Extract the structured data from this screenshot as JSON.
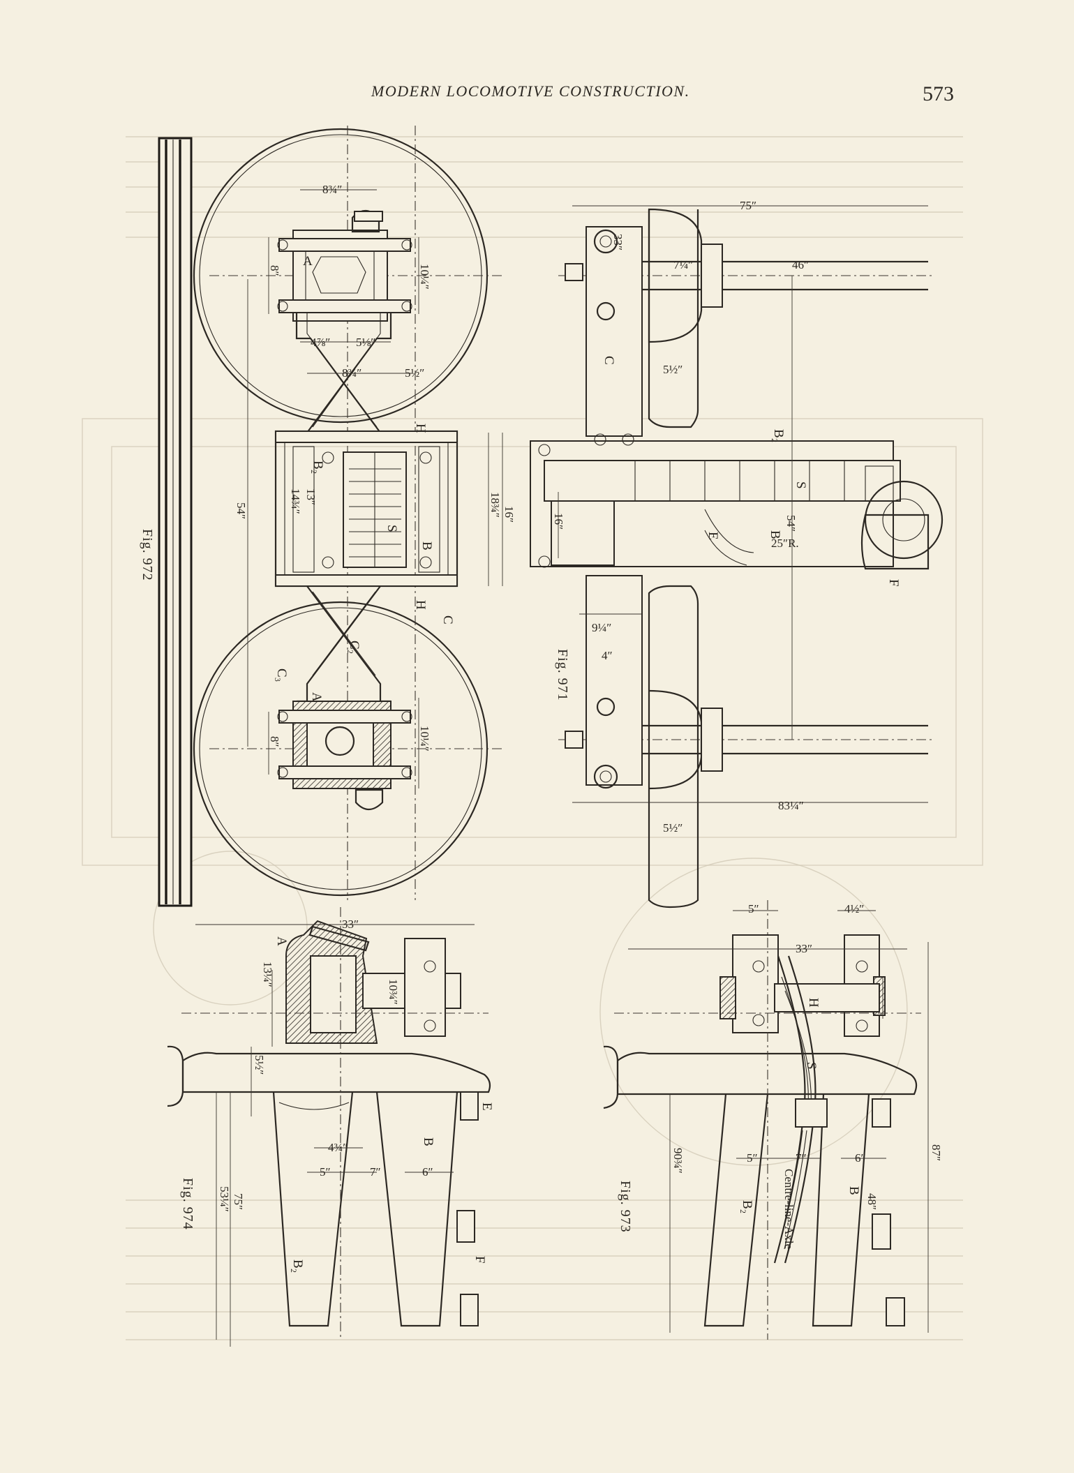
{
  "header": {
    "running_head": "MODERN LOCOMOTIVE CONSTRUCTION.",
    "page_number": "573"
  },
  "figures": {
    "fig971": {
      "caption": "Fig. 971"
    },
    "fig972": {
      "caption": "Fig. 972"
    },
    "fig973": {
      "caption": "Fig. 973"
    },
    "fig974": {
      "caption": "Fig. 974"
    }
  },
  "labels": {
    "A": "A",
    "B": "B",
    "C": "C",
    "E": "E",
    "F": "F",
    "H": "H",
    "S": "S",
    "B2": "B₂",
    "C2": "C₂",
    "C3": "C₃",
    "centre_line_axle": "Centre-line-Axle"
  },
  "dimensions": {
    "d_8_3_4": "8¾″",
    "d_10_1_4": "10¼″",
    "d_8": "8″",
    "d_4_7_8": "4⅞″",
    "d_5_1_8": "5⅛″",
    "d_14_3_4": "14¾″",
    "d_13": "13″",
    "d_18_3_4": "18¾″",
    "d_16": "16″",
    "d_54": "54″",
    "d_75": "75″",
    "d_33": "33″",
    "d_7_1_4": "7¼″",
    "d_46": "46″",
    "d_5_1_2": "5½″",
    "d_25R": "25″R.",
    "d_9_1_4": "9¼″",
    "d_4": "4″",
    "d_83_1_4": "83¼″",
    "d_10_3_4": "10¾″",
    "d_5": "5″",
    "d_4_1_2": "4½″",
    "d_7": "7″",
    "d_6": "6″",
    "d_48": "48″",
    "d_87": "87″",
    "d_90_3_4": "90¾″",
    "d_53_1_4": "53¼″",
    "d_4_3_4": "4¾″",
    "d_13_1_4": "13¼″"
  }
}
